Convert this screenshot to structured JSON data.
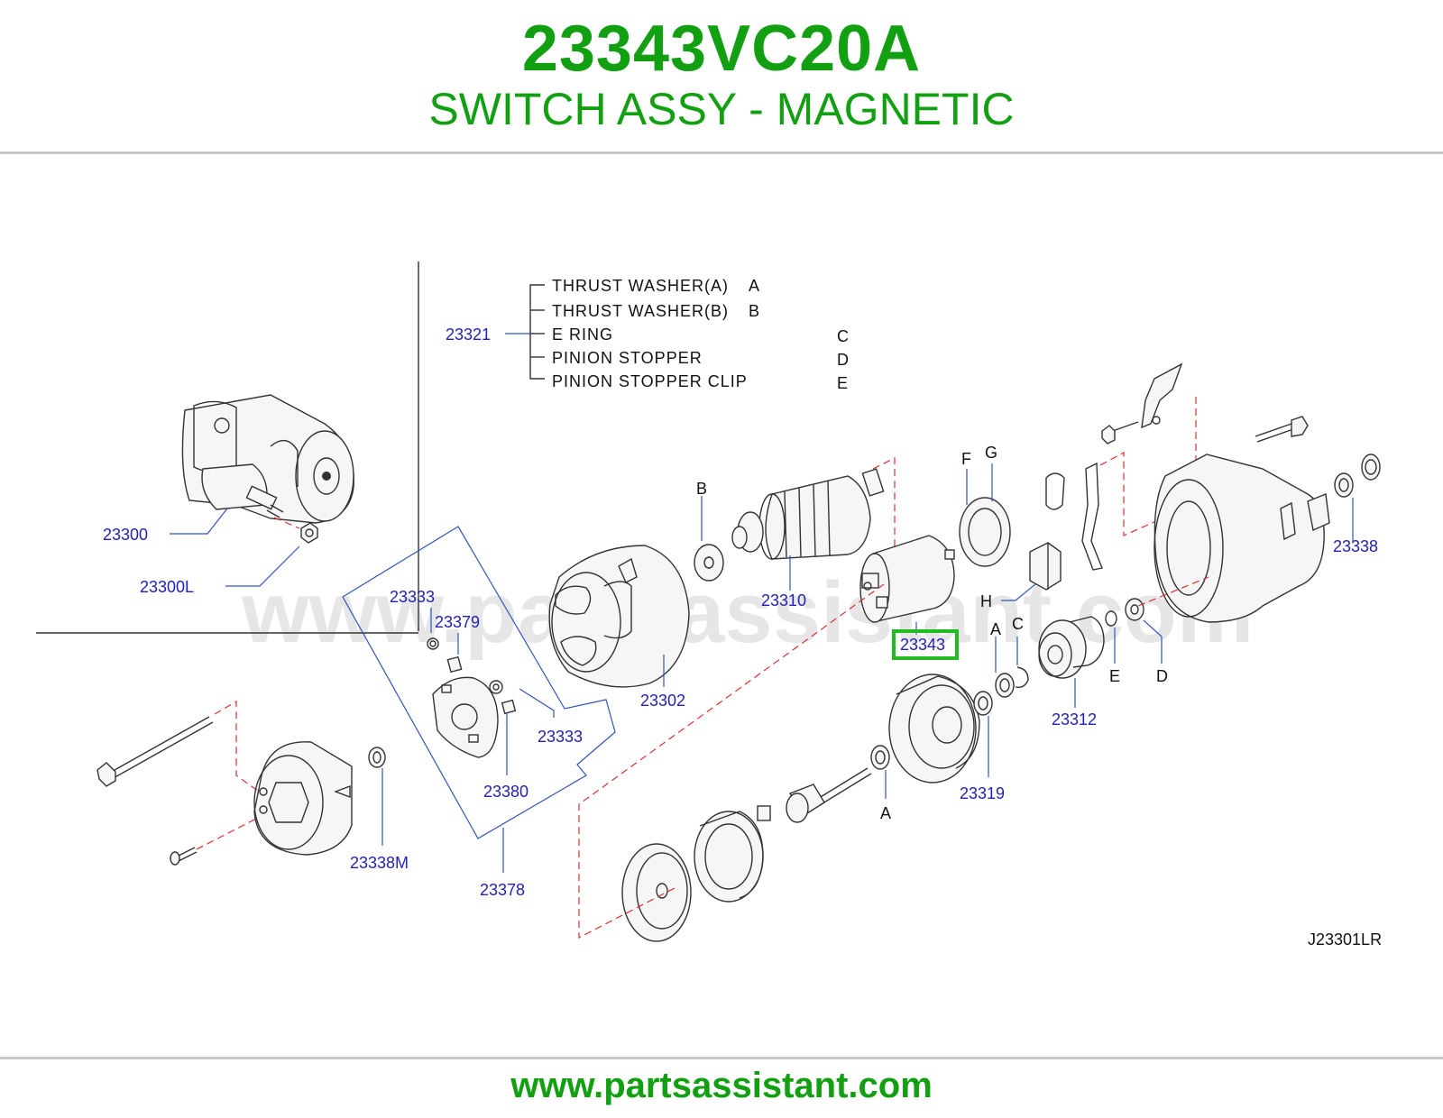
{
  "header": {
    "part_number": "23343VC20A",
    "description": "SWITCH ASSY - MAGNETIC"
  },
  "diagram": {
    "watermark": "www.partsassistant.com",
    "legend_group": "23321",
    "legend": [
      {
        "name": "THRUST  WASHER(A)",
        "code": "A"
      },
      {
        "name": "THRUST  WASHER(B)",
        "code": "B"
      },
      {
        "name": "E  RING",
        "code": "C"
      },
      {
        "name": "PINION  STOPPER",
        "code": "D"
      },
      {
        "name": "PINION  STOPPER  CLIP",
        "code": "E"
      }
    ],
    "callouts": {
      "c23300": "23300",
      "c23300L": "23300L",
      "c23333a": "23333",
      "c23379": "23379",
      "c23333b": "23333",
      "c23380": "23380",
      "c23378": "23378",
      "c23338M": "23338M",
      "c23302": "23302",
      "c23310": "23310",
      "c23343": "23343",
      "c23319": "23319",
      "c23312": "23312",
      "c23338": "23338"
    },
    "letters": {
      "B": "B",
      "F": "F",
      "G": "G",
      "H": "H",
      "A1": "A",
      "C": "C",
      "E": "E",
      "D": "D",
      "A2": "A"
    },
    "highlight_color": "#22bb22",
    "diagram_code": "J23301LR"
  },
  "footer": {
    "url": "www.partsassistant.com"
  }
}
